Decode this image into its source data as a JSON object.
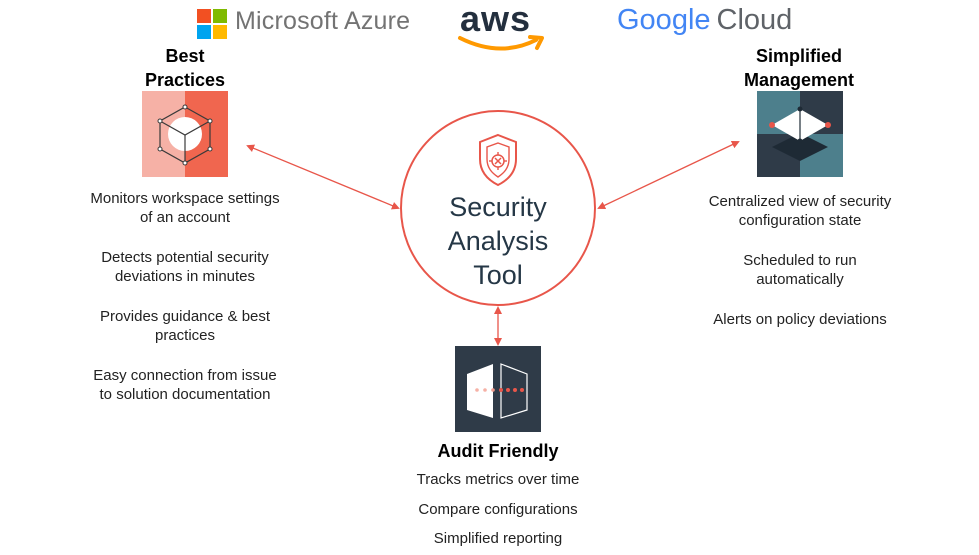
{
  "logos": {
    "microsoft": "Microsoft Azure",
    "aws": "aws",
    "google": {
      "google": "Google",
      "cloud": "Cloud"
    }
  },
  "center": {
    "lines": [
      "Security",
      "Analysis",
      "Tool"
    ],
    "icon": "shield-icon"
  },
  "best_practices": {
    "heading": [
      "Best",
      "Practices"
    ],
    "icon": "cube-icon",
    "bullets": [
      [
        "Monitors workspace settings",
        "of an account"
      ],
      [
        "Detects potential security",
        "deviations in minutes"
      ],
      [
        "Provides guidance & best",
        "practices"
      ],
      [
        "Easy connection from issue",
        "to solution documentation"
      ]
    ]
  },
  "simplified_management": {
    "heading": [
      "Simplified",
      "Management"
    ],
    "icon": "layers-icon",
    "bullets": [
      [
        "Centralized view of security",
        "configuration state"
      ],
      [
        "Scheduled to run",
        "automatically"
      ],
      [
        "Alerts on policy deviations"
      ]
    ]
  },
  "audit_friendly": {
    "heading": "Audit Friendly",
    "icon": "compare-panels-icon",
    "bullets": [
      "Tracks metrics over time",
      "Compare configurations",
      "Simplified reporting"
    ]
  },
  "colors": {
    "accent": "#e8564a",
    "dark_tile": "#2f3b48",
    "teal_tile": "#4d7f8c",
    "text_dark": "#253746"
  }
}
